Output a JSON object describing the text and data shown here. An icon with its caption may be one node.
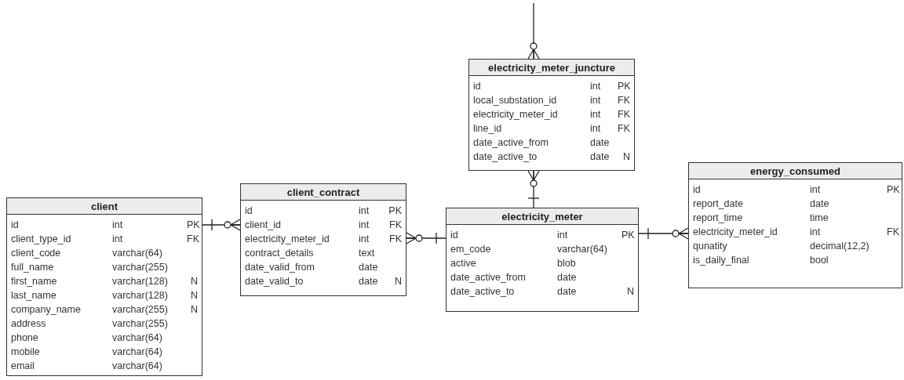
{
  "diagram": {
    "nodes": [
      {
        "text": [
          "client"
        ]
      },
      {
        "text": [
          "id",
          "int",
          "PK"
        ],
        "in": 0
      },
      {
        "text": [
          "client_type_id",
          "int",
          "FK"
        ],
        "in": 0
      },
      {
        "text": [
          "client_code",
          "varchar(64)"
        ],
        "in": 0
      },
      {
        "text": [
          "full_name",
          "varchar(255)"
        ],
        "in": 0
      },
      {
        "text": [
          "first_name",
          "varchar(128)",
          "N"
        ],
        "in": 0
      },
      {
        "text": [
          "last_name",
          "varchar(128)",
          "N"
        ],
        "in": 0
      },
      {
        "text": [
          "company_name",
          "varchar(255)",
          "N"
        ],
        "in": 0
      },
      {
        "text": [
          "address",
          "varchar(255)"
        ],
        "in": 0
      },
      {
        "text": [
          "phone",
          "varchar(64)"
        ],
        "in": 0
      },
      {
        "text": [
          "mobile",
          "varchar(64)"
        ],
        "in": 0
      },
      {
        "text": [
          "email",
          "varchar(64)"
        ],
        "in": 0
      },
      {
        "text": [
          "client_contract"
        ]
      },
      {
        "text": [
          "id",
          "int",
          "PK"
        ],
        "in": 12
      },
      {
        "text": [
          "client_id",
          "int",
          "FK"
        ],
        "in": 12
      },
      {
        "text": [
          "electricity_meter_id",
          "int",
          "FK"
        ],
        "in": 12
      },
      {
        "text": [
          "contract_details",
          "text"
        ],
        "in": 12
      },
      {
        "text": [
          "date_valid_from",
          "date"
        ],
        "in": 12
      },
      {
        "text": [
          "date_valid_to",
          "date",
          "N"
        ],
        "in": 12
      },
      {
        "text": [
          "electricity_meter_juncture"
        ]
      },
      {
        "text": [
          "id",
          "int",
          "PK"
        ],
        "in": 19
      },
      {
        "text": [
          "local_substation_id",
          "int",
          "FK"
        ],
        "in": 19
      },
      {
        "text": [
          "electricity_meter_id",
          "int",
          "FK"
        ],
        "in": 19
      },
      {
        "text": [
          "line_id",
          "int",
          "FK"
        ],
        "in": 19
      },
      {
        "text": [
          "date_active_from",
          "date"
        ],
        "in": 19
      },
      {
        "text": [
          "date_active_to",
          "date",
          "N"
        ],
        "in": 19
      },
      {
        "text": [
          "electricity_meter"
        ]
      },
      {
        "text": [
          "id",
          "int",
          "PK"
        ],
        "in": 26
      },
      {
        "text": [
          "em_code",
          "varchar(64)"
        ],
        "in": 26
      },
      {
        "text": [
          "active",
          "blob"
        ],
        "in": 26
      },
      {
        "text": [
          "date_active_from",
          "date"
        ],
        "in": 26
      },
      {
        "text": [
          "date_active_to",
          "date",
          "N"
        ],
        "in": 26
      },
      {
        "text": [
          "energy_consumed"
        ]
      },
      {
        "text": [
          "id",
          "int",
          "PK"
        ],
        "in": 32
      },
      {
        "text": [
          "report_date",
          "date"
        ],
        "in": 32
      },
      {
        "text": [
          "report_time",
          "time"
        ],
        "in": 32
      },
      {
        "text": [
          "electricity_meter_id",
          "int",
          "FK"
        ],
        "in": 32
      },
      {
        "text": [
          "qunatity",
          "decimal(12,2)"
        ],
        "in": 32
      },
      {
        "text": [
          "is_daily_final",
          "bool"
        ],
        "in": 32
      }
    ],
    "edges": [
      {
        "from": 0,
        "to": 12,
        "arrow": "other"
      },
      {
        "from": 26,
        "to": 12,
        "arrow": "other"
      },
      {
        "from": 26,
        "to": 19,
        "arrow": "other"
      },
      {
        "from": null,
        "to": 19,
        "arrow": "other"
      },
      {
        "from": 26,
        "to": 32,
        "arrow": "other"
      }
    ]
  }
}
